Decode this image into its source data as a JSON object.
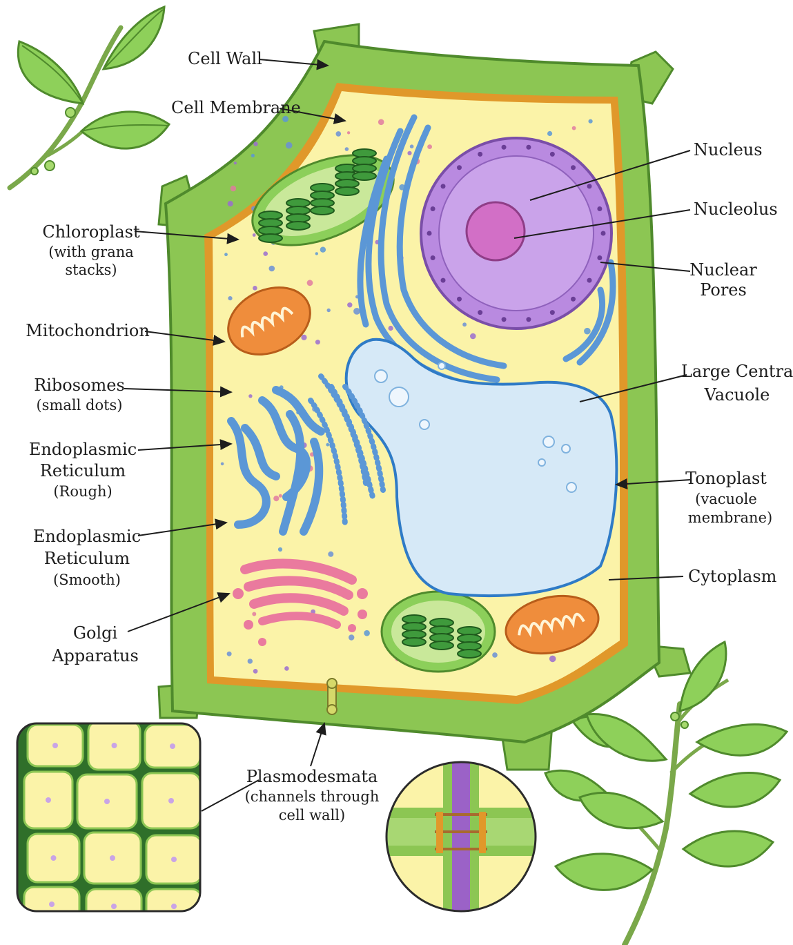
{
  "labels": {
    "cell_wall": "Cell Wall",
    "cell_membrane": "Cell Membrane",
    "chloroplast": "Chloroplast",
    "chloroplast_note_1": "(with grana",
    "chloroplast_note_2": "stacks)",
    "mitochondrion": "Mitochondrion",
    "ribosomes": "Ribosomes",
    "ribosomes_note": "(small dots)",
    "er_rough_1": "Endoplasmic",
    "er_rough_2": "Reticulum",
    "er_rough_3": "(Rough)",
    "er_smooth_1": "Endoplasmic",
    "er_smooth_2": "Reticulum",
    "er_smooth_3": "(Smooth)",
    "golgi_1": "Golgi",
    "golgi_2": "Apparatus",
    "nucleus": "Nucleus",
    "nucleolus": "Nucleolus",
    "nuclear_pores_1": "Nuclear",
    "nuclear_pores_2": "Pores",
    "vacuole_1": "Large Central",
    "vacuole_2": "Vacuole",
    "tonoplast_1": "Tonoplast",
    "tonoplast_2": "(vacuole",
    "tonoplast_3": "membrane)",
    "cytoplasm": "Cytoplasm",
    "plasmodesmata_1": "Plasmodesmata",
    "plasmodesmata_2": "(channels through",
    "plasmodesmata_3": "cell wall)"
  },
  "colors": {
    "cell_wall": "#8cc653",
    "membrane": "#e0982a",
    "cytoplasm": "#fbf3a8",
    "nucleus": "#b98ae0",
    "nucleolus": "#d26fc6",
    "vacuole": "#d6e9f7",
    "er": "#5b97d6",
    "golgi": "#ea7a9e",
    "mitochondrion": "#ef8d3c",
    "chloroplast": "#8ccf5a",
    "leaf": "#8ed05a"
  },
  "icons": [
    "leaf-branch-icon",
    "plant-tissue-inset",
    "plasmodesmata-closeup-inset"
  ]
}
